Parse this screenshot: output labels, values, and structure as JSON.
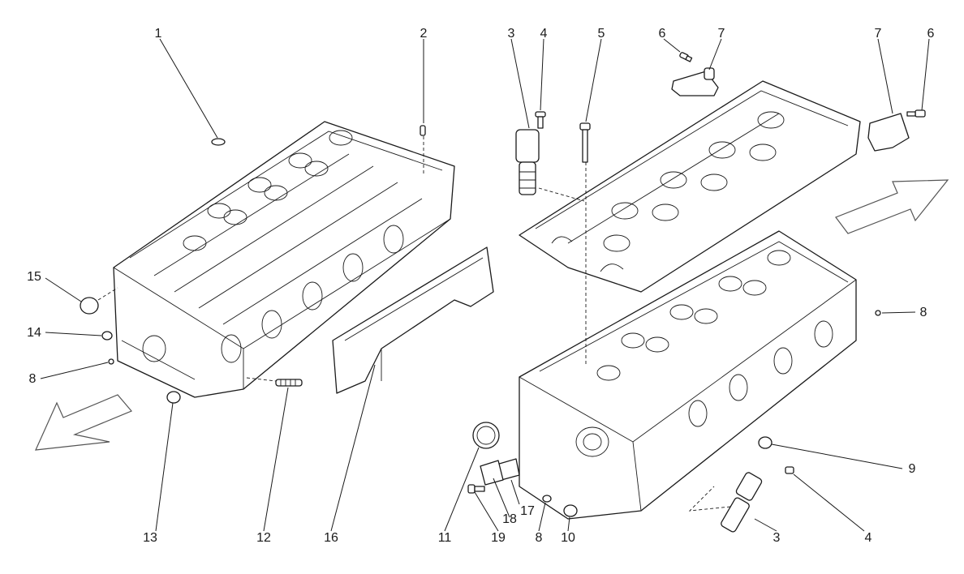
{
  "diagram": {
    "callouts": [
      {
        "id": "c1",
        "label": "1"
      },
      {
        "id": "c2",
        "label": "2"
      },
      {
        "id": "c3a",
        "label": "3"
      },
      {
        "id": "c4a",
        "label": "4"
      },
      {
        "id": "c5",
        "label": "5"
      },
      {
        "id": "c6a",
        "label": "6"
      },
      {
        "id": "c7a",
        "label": "7"
      },
      {
        "id": "c7b",
        "label": "7"
      },
      {
        "id": "c6b",
        "label": "6"
      },
      {
        "id": "c15",
        "label": "15"
      },
      {
        "id": "c14",
        "label": "14"
      },
      {
        "id": "c8a",
        "label": "8"
      },
      {
        "id": "c8b",
        "label": "8"
      },
      {
        "id": "c9",
        "label": "9"
      },
      {
        "id": "c13",
        "label": "13"
      },
      {
        "id": "c12",
        "label": "12"
      },
      {
        "id": "c16",
        "label": "16"
      },
      {
        "id": "c11",
        "label": "11"
      },
      {
        "id": "c19",
        "label": "19"
      },
      {
        "id": "c18",
        "label": "18"
      },
      {
        "id": "c17",
        "label": "17"
      },
      {
        "id": "c8c",
        "label": "8"
      },
      {
        "id": "c10",
        "label": "10"
      },
      {
        "id": "c3b",
        "label": "3"
      },
      {
        "id": "c4b",
        "label": "4"
      }
    ],
    "line_color": "#1a1a1a",
    "background": "#ffffff"
  }
}
